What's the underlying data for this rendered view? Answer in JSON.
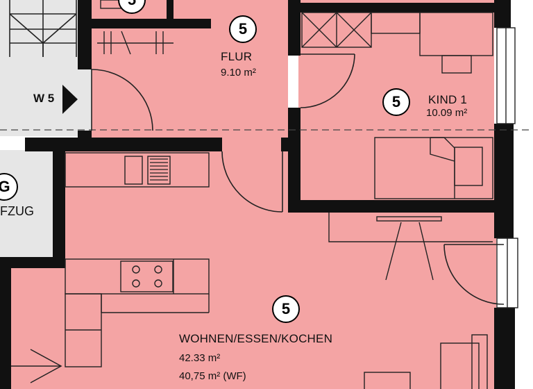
{
  "plan": {
    "colors": {
      "room_fill": "#f4a4a4",
      "core_fill": "#e6e6e6",
      "wall": "#111111",
      "background": "#ffffff"
    },
    "rooms": [
      {
        "id": "flur",
        "name": "FLUR",
        "area": "9.10 m²",
        "unit": "5"
      },
      {
        "id": "kind1",
        "name": "KIND 1",
        "area": "10.09 m²",
        "unit": "5"
      },
      {
        "id": "wohnen",
        "name": "WOHNEN/ESSEN/KOCHEN",
        "area": "42.33 m²",
        "area_wf": "40,75 m² (WF)",
        "unit": "5"
      }
    ],
    "top_badge": "5",
    "core": {
      "wall_label": "W 5",
      "lift_badge": "G",
      "lift_label": "FZUG"
    },
    "icons": [
      "stair-icon",
      "door-swing-icon",
      "sink-icon",
      "cooktop-icon",
      "bed-icon",
      "desk-icon",
      "wardrobe-icon",
      "table-icon",
      "arrow-icon"
    ]
  }
}
